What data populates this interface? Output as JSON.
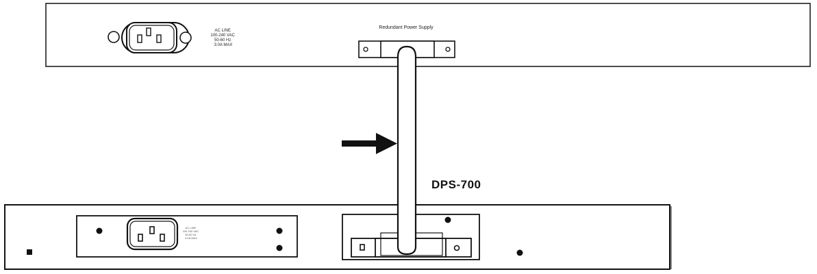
{
  "top_unit": {
    "ac_line_label_lines": [
      "AC LINE",
      "100-240 VAC",
      "50-60 Hz",
      "3.0A MAX"
    ],
    "rps_label": "Redundant Power Supply"
  },
  "bottom_unit": {
    "model_label": "DPS-700",
    "ac_label_lines": [
      "AC LINE",
      "100-240 VAC",
      "50-60 Hz",
      "3.0A MAX"
    ]
  }
}
